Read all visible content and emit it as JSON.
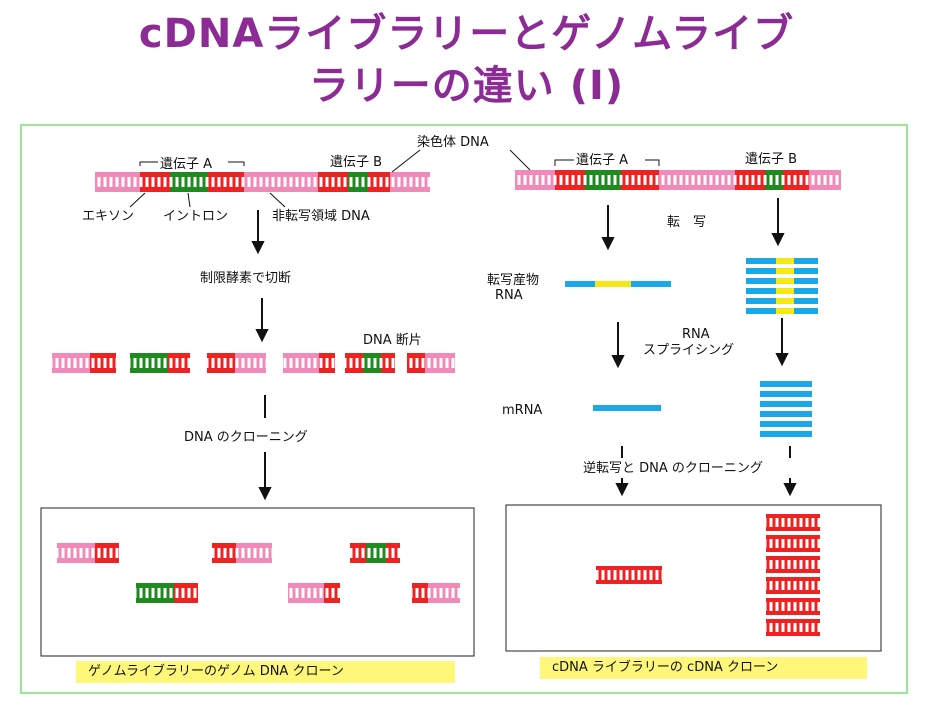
{
  "slide": {
    "title_line1": "cDNAライブラリーとゲノムライブ",
    "title_line2": "ラリーの違い (I)",
    "colors": {
      "title": "#8c2b95",
      "exon": "#ee2222",
      "intron": "#1f8a1f",
      "non_transcribed": "#f08ab8",
      "rna_exon": "#1aa8e8",
      "rna_intron": "#f4e817",
      "caption_bg": "#fff77a",
      "frame": "#9be39b"
    }
  },
  "diagram": {
    "chromosome_dna": "染色体 DNA",
    "gene_a": "遺伝子 A",
    "gene_b": "遺伝子 B",
    "gene_a_right": "遺伝子 A",
    "gene_b_right": "遺伝子 B",
    "exon": "エキソン",
    "intron": "イントロン",
    "non_transcribed": "非転写領域 DNA",
    "restriction": "制限酵素で切断",
    "dna_fragments": "DNA 断片",
    "dna_cloning": "DNA のクローニング",
    "transcription": "転　写",
    "transcript_rna_1": "転写産物",
    "transcript_rna_2": "RNA",
    "rna_splicing_1": "RNA",
    "rna_splicing_2": "スプライシング",
    "mrna": "mRNA",
    "reverse_transcription": "逆転写と DNA のクローニング",
    "genomic_caption": "ゲノムライブラリーのゲノム DNA クローン",
    "cdna_caption": "cDNA ライブラリーの cDNA クローン"
  }
}
